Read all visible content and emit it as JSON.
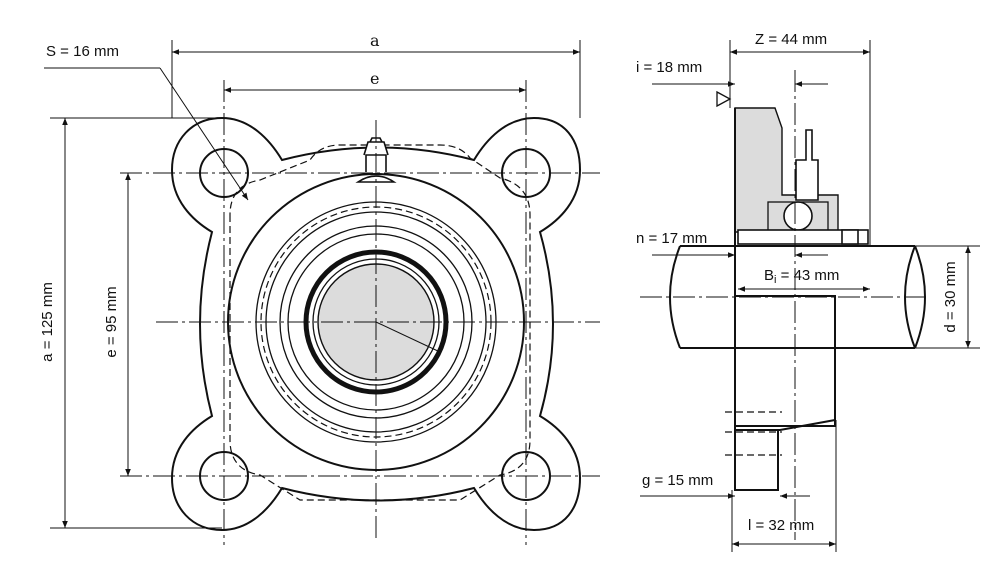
{
  "labels": {
    "S": "S = 16 mm",
    "a_letter": "a",
    "e_letter": "e",
    "a_vertical": "a = 125 mm",
    "e_vertical": "e = 95 mm",
    "Z": "Z = 44 mm",
    "i": "i = 18 mm",
    "n": "n = 17 mm",
    "Bi_main": "B",
    "Bi_sub": "i",
    "Bi_value": " = 43 mm",
    "d": "d = 30 mm",
    "g": "g = 15 mm",
    "l": "l = 32 mm"
  }
}
